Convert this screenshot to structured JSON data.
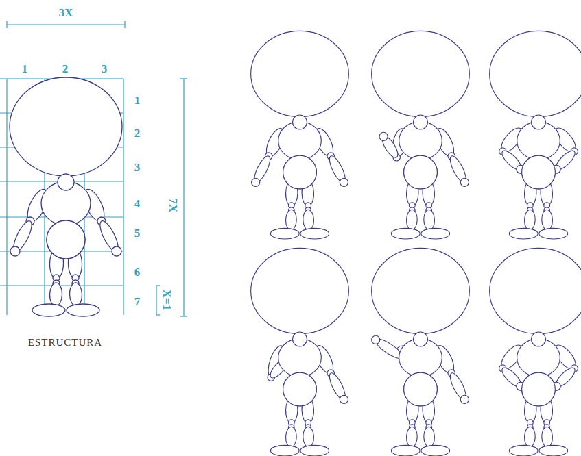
{
  "diagram": {
    "caption": "ESTRUCTURA",
    "labels": [
      "3X",
      "1",
      "2",
      "3",
      "1",
      "2",
      "3",
      "4",
      "5",
      "6",
      "7",
      "7X",
      "X=1"
    ]
  }
}
